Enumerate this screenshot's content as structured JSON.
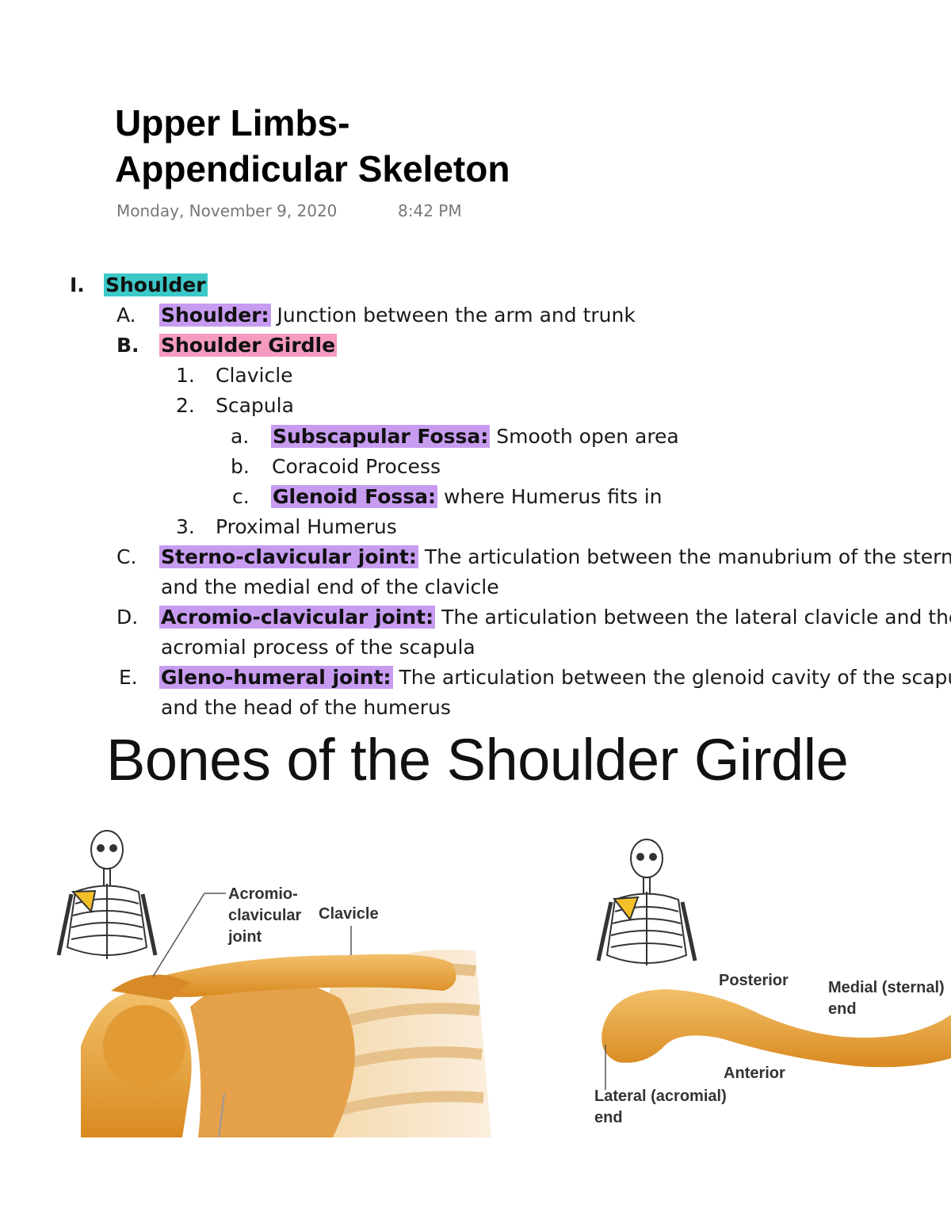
{
  "title": {
    "line1": "Upper Limbs-",
    "line2": "Appendicular Skeleton"
  },
  "meta": {
    "date": "Monday, November 9, 2020",
    "time": "8:42 PM"
  },
  "outline": {
    "section_marker": "I.",
    "section_label": "Shoulder",
    "items": {
      "a": {
        "marker": "A.",
        "term": "Shoulder:",
        "text": " Junction between the arm and trunk"
      },
      "b": {
        "marker": "B.",
        "term": "Shoulder Girdle"
      },
      "b1": {
        "marker": "1.",
        "text": "Clavicle"
      },
      "b2": {
        "marker": "2.",
        "text": "Scapula"
      },
      "b2a": {
        "marker": "a.",
        "term": "Subscapular Fossa:",
        "text": " Smooth open area"
      },
      "b2b": {
        "marker": "b.",
        "text": "Coracoid Process"
      },
      "b2c": {
        "marker": "c.",
        "term": "Glenoid Fossa:",
        "text": " where Humerus fits in"
      },
      "b3": {
        "marker": "3.",
        "text": "Proximal Humerus"
      },
      "c": {
        "marker": "C.",
        "term": "Sterno-clavicular joint:",
        "text": " The articulation between the manubrium of the sternum",
        "text2": "and the medial end of the clavicle"
      },
      "d": {
        "marker": "D.",
        "term": "Acromio-clavicular joint:",
        "text": " The articulation between the lateral clavicle and the",
        "text2": "acromial process of the scapula"
      },
      "e": {
        "marker": "E.",
        "term": "Gleno-humeral joint:",
        "text": " The articulation between the glenoid cavity of the scapula",
        "text2": "and the head of the humerus"
      }
    }
  },
  "figure": {
    "title": "Bones of the Shoulder Girdle",
    "labels": {
      "ac_joint_1": "Acromio-",
      "ac_joint_2": "clavicular",
      "ac_joint_3": "joint",
      "clavicle": "Clavicle",
      "posterior": "Posterior",
      "medial_1": "Medial (sternal)",
      "medial_2": "end",
      "anterior": "Anterior",
      "lateral_1": "Lateral (acromial)",
      "lateral_2": "end"
    }
  },
  "colors": {
    "highlight_teal": "#3cc8c8",
    "highlight_purple": "#c79cf0",
    "highlight_pink": "#f59ac0",
    "bone": "#e8a640"
  }
}
